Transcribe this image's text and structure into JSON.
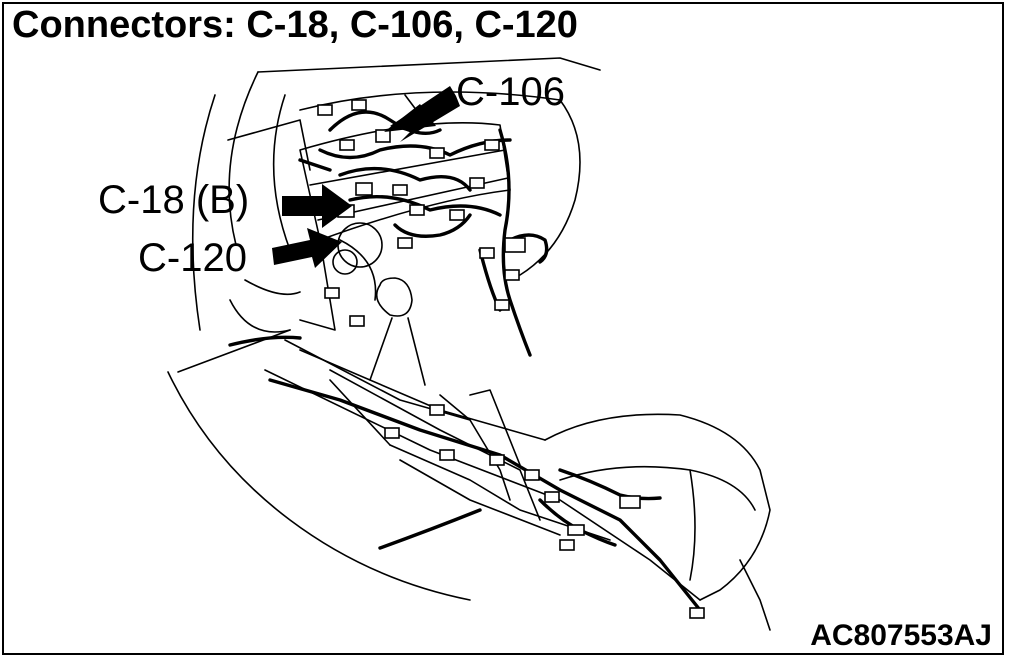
{
  "title": "Connectors: C-18, C-106, C-120",
  "callouts": [
    {
      "id": "c106",
      "label": "C-106"
    },
    {
      "id": "c18",
      "label": "C-18 (B)"
    },
    {
      "id": "c120",
      "label": "C-120"
    }
  ],
  "figure_code": "AC807553AJ",
  "arrow_color": "#000000",
  "line_color": "#000000",
  "background": "#ffffff"
}
